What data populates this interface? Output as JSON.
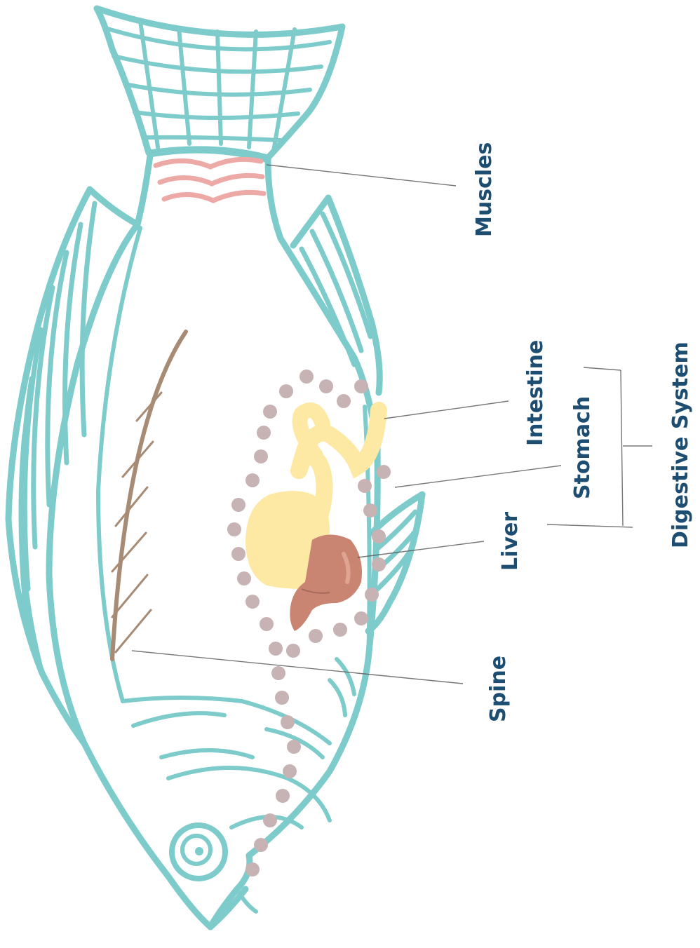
{
  "labels": {
    "muscles": "Muscles",
    "intestine": "Intestine",
    "stomach": "Stomach",
    "liver": "Liver",
    "spine": "Spine",
    "digestive_system": "Digestive System"
  },
  "colors": {
    "outline": "#7ecbcb",
    "muscle": "#eda9a5",
    "spine": "#a78b74",
    "stomach": "#fde9a3",
    "liver": "#c98472",
    "intestine_dots": "#c7b3b4",
    "label_text": "#1d4e72"
  }
}
